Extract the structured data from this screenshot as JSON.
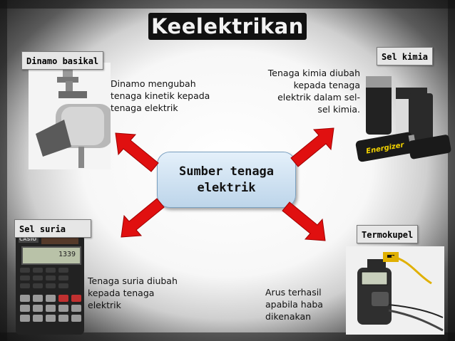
{
  "slide": {
    "title": "Keelektrikan",
    "center": "Sumber tenaga elektrik",
    "sources": {
      "dynamo": {
        "label": "Dinamo basikal",
        "desc_lines": [
          "Dinamo mengubah",
          "tenaga kinetik kepada",
          "tenaga elektrik"
        ]
      },
      "chemical": {
        "label": "Sel kimia",
        "desc_lines": [
          "Tenaga kimia diubah",
          "kepada tenaga",
          "elektrik dalam sel-",
          "sel kimia."
        ]
      },
      "solar": {
        "label": "Sel suria",
        "desc_lines": [
          "Tenaga suria diubah",
          "kepada tenaga",
          "elektrik"
        ]
      },
      "thermo": {
        "label": "Termokupel",
        "desc_lines": [
          "Arus terhasil",
          "apabila haba",
          "dikenakan"
        ]
      }
    },
    "photo_text": {
      "calc_brand": "CASIO",
      "calc_display": "1339",
      "battery_brand": "Energizer"
    },
    "colors": {
      "arrow": "#e01010",
      "title_bg": "#111111",
      "center_bg": "#c9dcee"
    }
  }
}
